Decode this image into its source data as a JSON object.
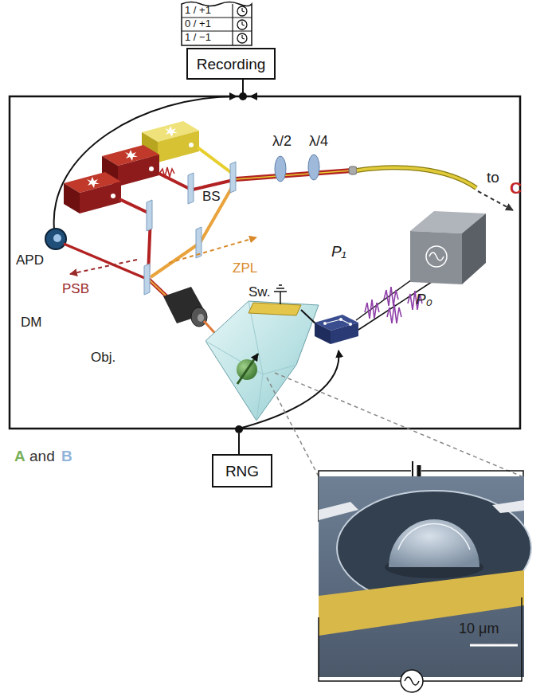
{
  "diagram": {
    "nodes": [
      {
        "text": [
          "Recording"
        ]
      },
      {
        "text": [
          "RNG"
        ]
      }
    ],
    "labels": [
      "1 / +1",
      "0 / +1",
      "1 / −1",
      "to",
      "C",
      "λ/2",
      "λ/4",
      "BS",
      "APD",
      "PSB",
      "ZPL",
      "DM",
      "Obj.",
      "Sw.",
      "P₁",
      "P₀",
      "A",
      "and",
      "B",
      "10 μm"
    ]
  }
}
